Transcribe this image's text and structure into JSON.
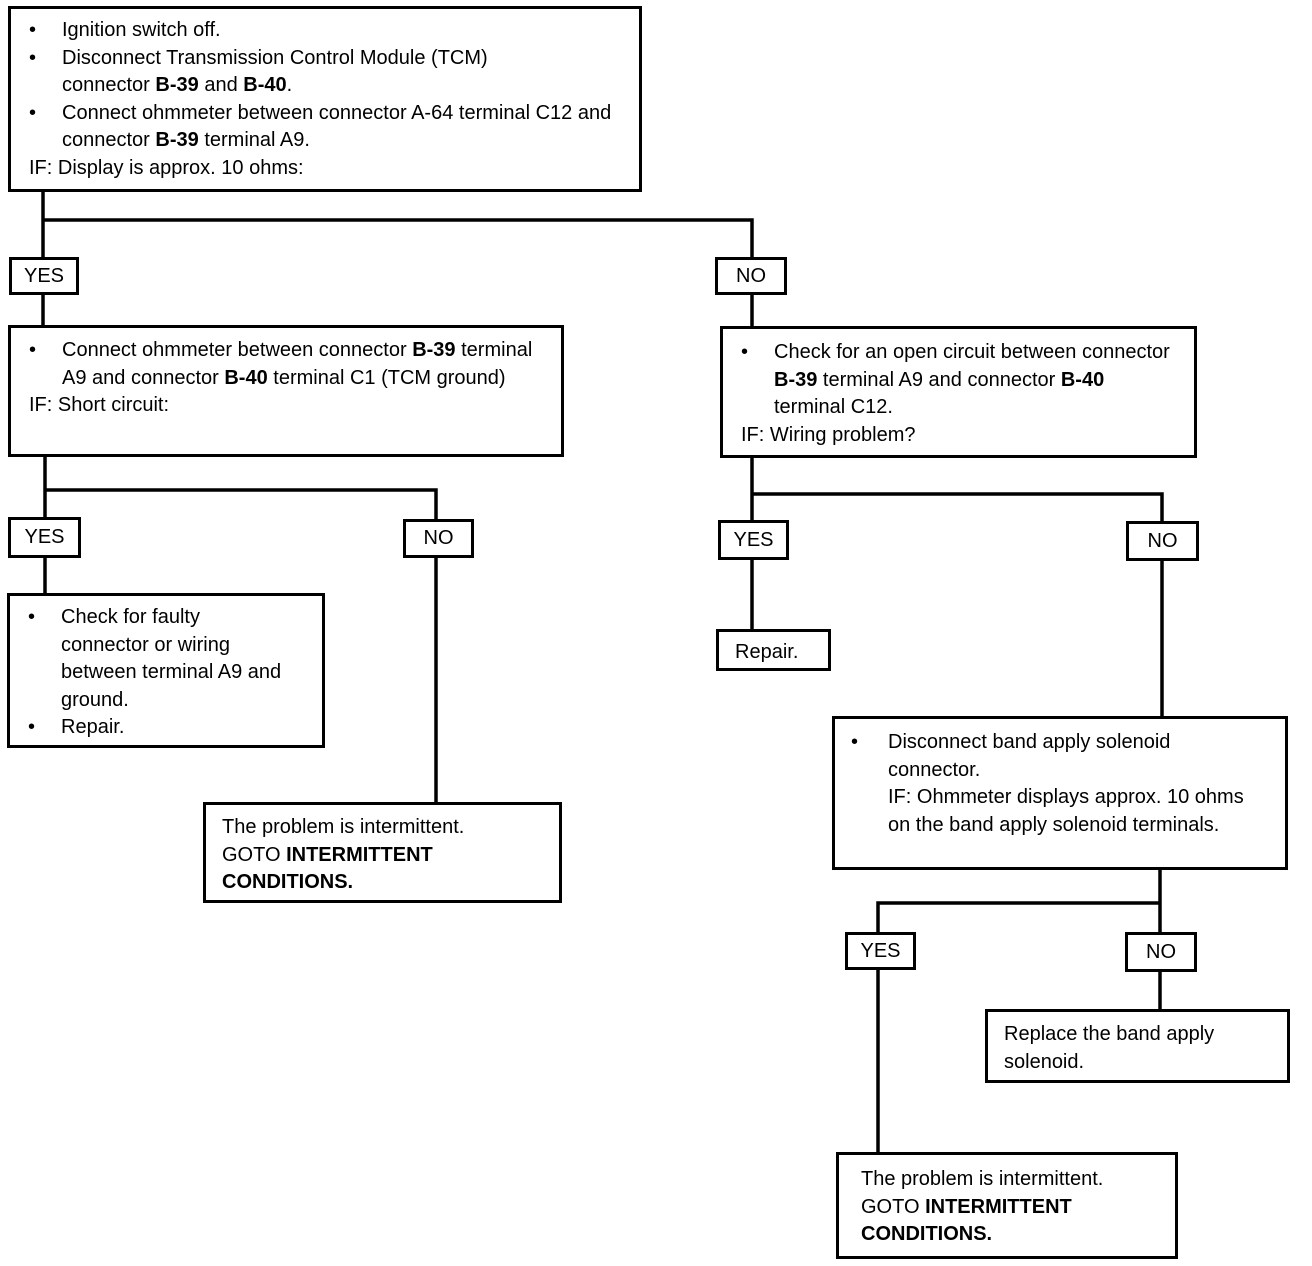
{
  "labels": {
    "yes": "YES",
    "no": "NO"
  },
  "step1": {
    "bullet": "•",
    "b1": "Ignition switch off.",
    "b2a": "Disconnect Transmission Control Module (TCM)",
    "b2b": "connector",
    "b2c": "B-39",
    "b2d": "and",
    "b2e": "B-40",
    "b2f": ".",
    "b3a": "Connect ohmmeter between connector A-64 terminal C12 and connector",
    "b3b": "B-39",
    "b3c": "terminal A9.",
    "if": "IF: Display is approx. 10 ohms:"
  },
  "step2": {
    "bullet": "•",
    "a": "Connect ohmmeter between connector",
    "b": "B-39",
    "c": "terminal A9 and connector",
    "d": "B-40",
    "e": "terminal C1 (TCM ground)",
    "if": "IF: Short circuit:"
  },
  "step3": {
    "bullet": "•",
    "a": "Check for an open circuit between connector",
    "b": "B-39",
    "c": "terminal A9 and connector",
    "d": "B-40",
    "e": "terminal C12.",
    "if": "IF:  Wiring problem?"
  },
  "faulty": {
    "bullet": "•",
    "b1": "Check for faulty connector or wiring between terminal A9 and ground.",
    "b2": "Repair."
  },
  "intermittent1": {
    "a": "The problem is intermittent.",
    "b": "GOTO",
    "c": "INTERMITTENT CONDITIONS."
  },
  "repair": {
    "text": "Repair."
  },
  "step4": {
    "bullet": "•",
    "a": "Disconnect band apply solenoid connector.",
    "if": "IF: Ohmmeter displays approx. 10 ohms on the band apply solenoid terminals."
  },
  "replace": {
    "text": "Replace the band apply solenoid."
  },
  "intermittent2": {
    "a": "The problem is intermittent.",
    "b": "GOTO",
    "c": "INTERMITTENT CONDITIONS."
  }
}
